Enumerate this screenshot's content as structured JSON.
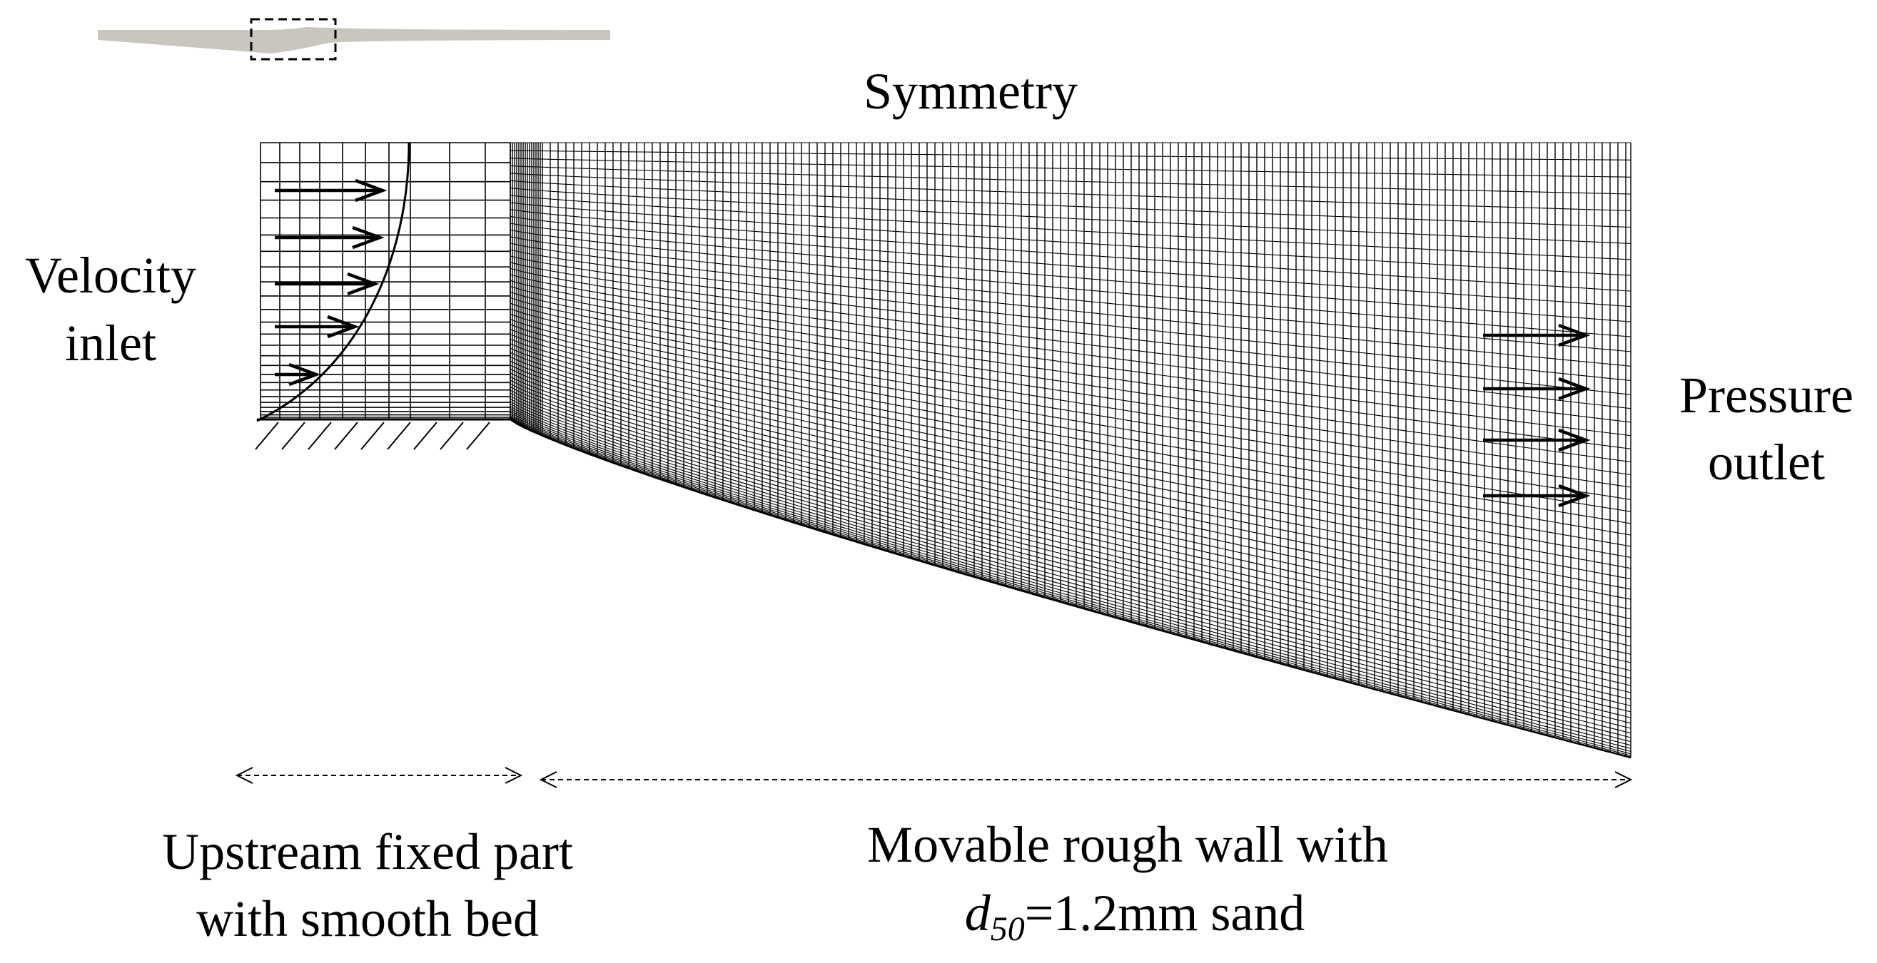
{
  "labels": {
    "top_boundary": "Symmetry",
    "inlet_line1": "Velocity",
    "inlet_line2": "inlet",
    "outlet_line1": "Pressure",
    "outlet_line2": "outlet",
    "fixed_line1": "Upstream fixed part",
    "fixed_line2": "with smooth bed",
    "movable_line1": "Movable rough wall with",
    "movable_d_symbol": "d",
    "movable_d_subscript": "50",
    "movable_line2_rest": "=1.2mm sand"
  },
  "colors": {
    "mesh_lines": "#000000",
    "overview_fill": "#c9c5bf"
  },
  "icons": [
    "flow-arrow-icon",
    "hatched-wall-icon",
    "dashed-zoom-box-icon",
    "double-headed-dashed-arrow-icon"
  ]
}
